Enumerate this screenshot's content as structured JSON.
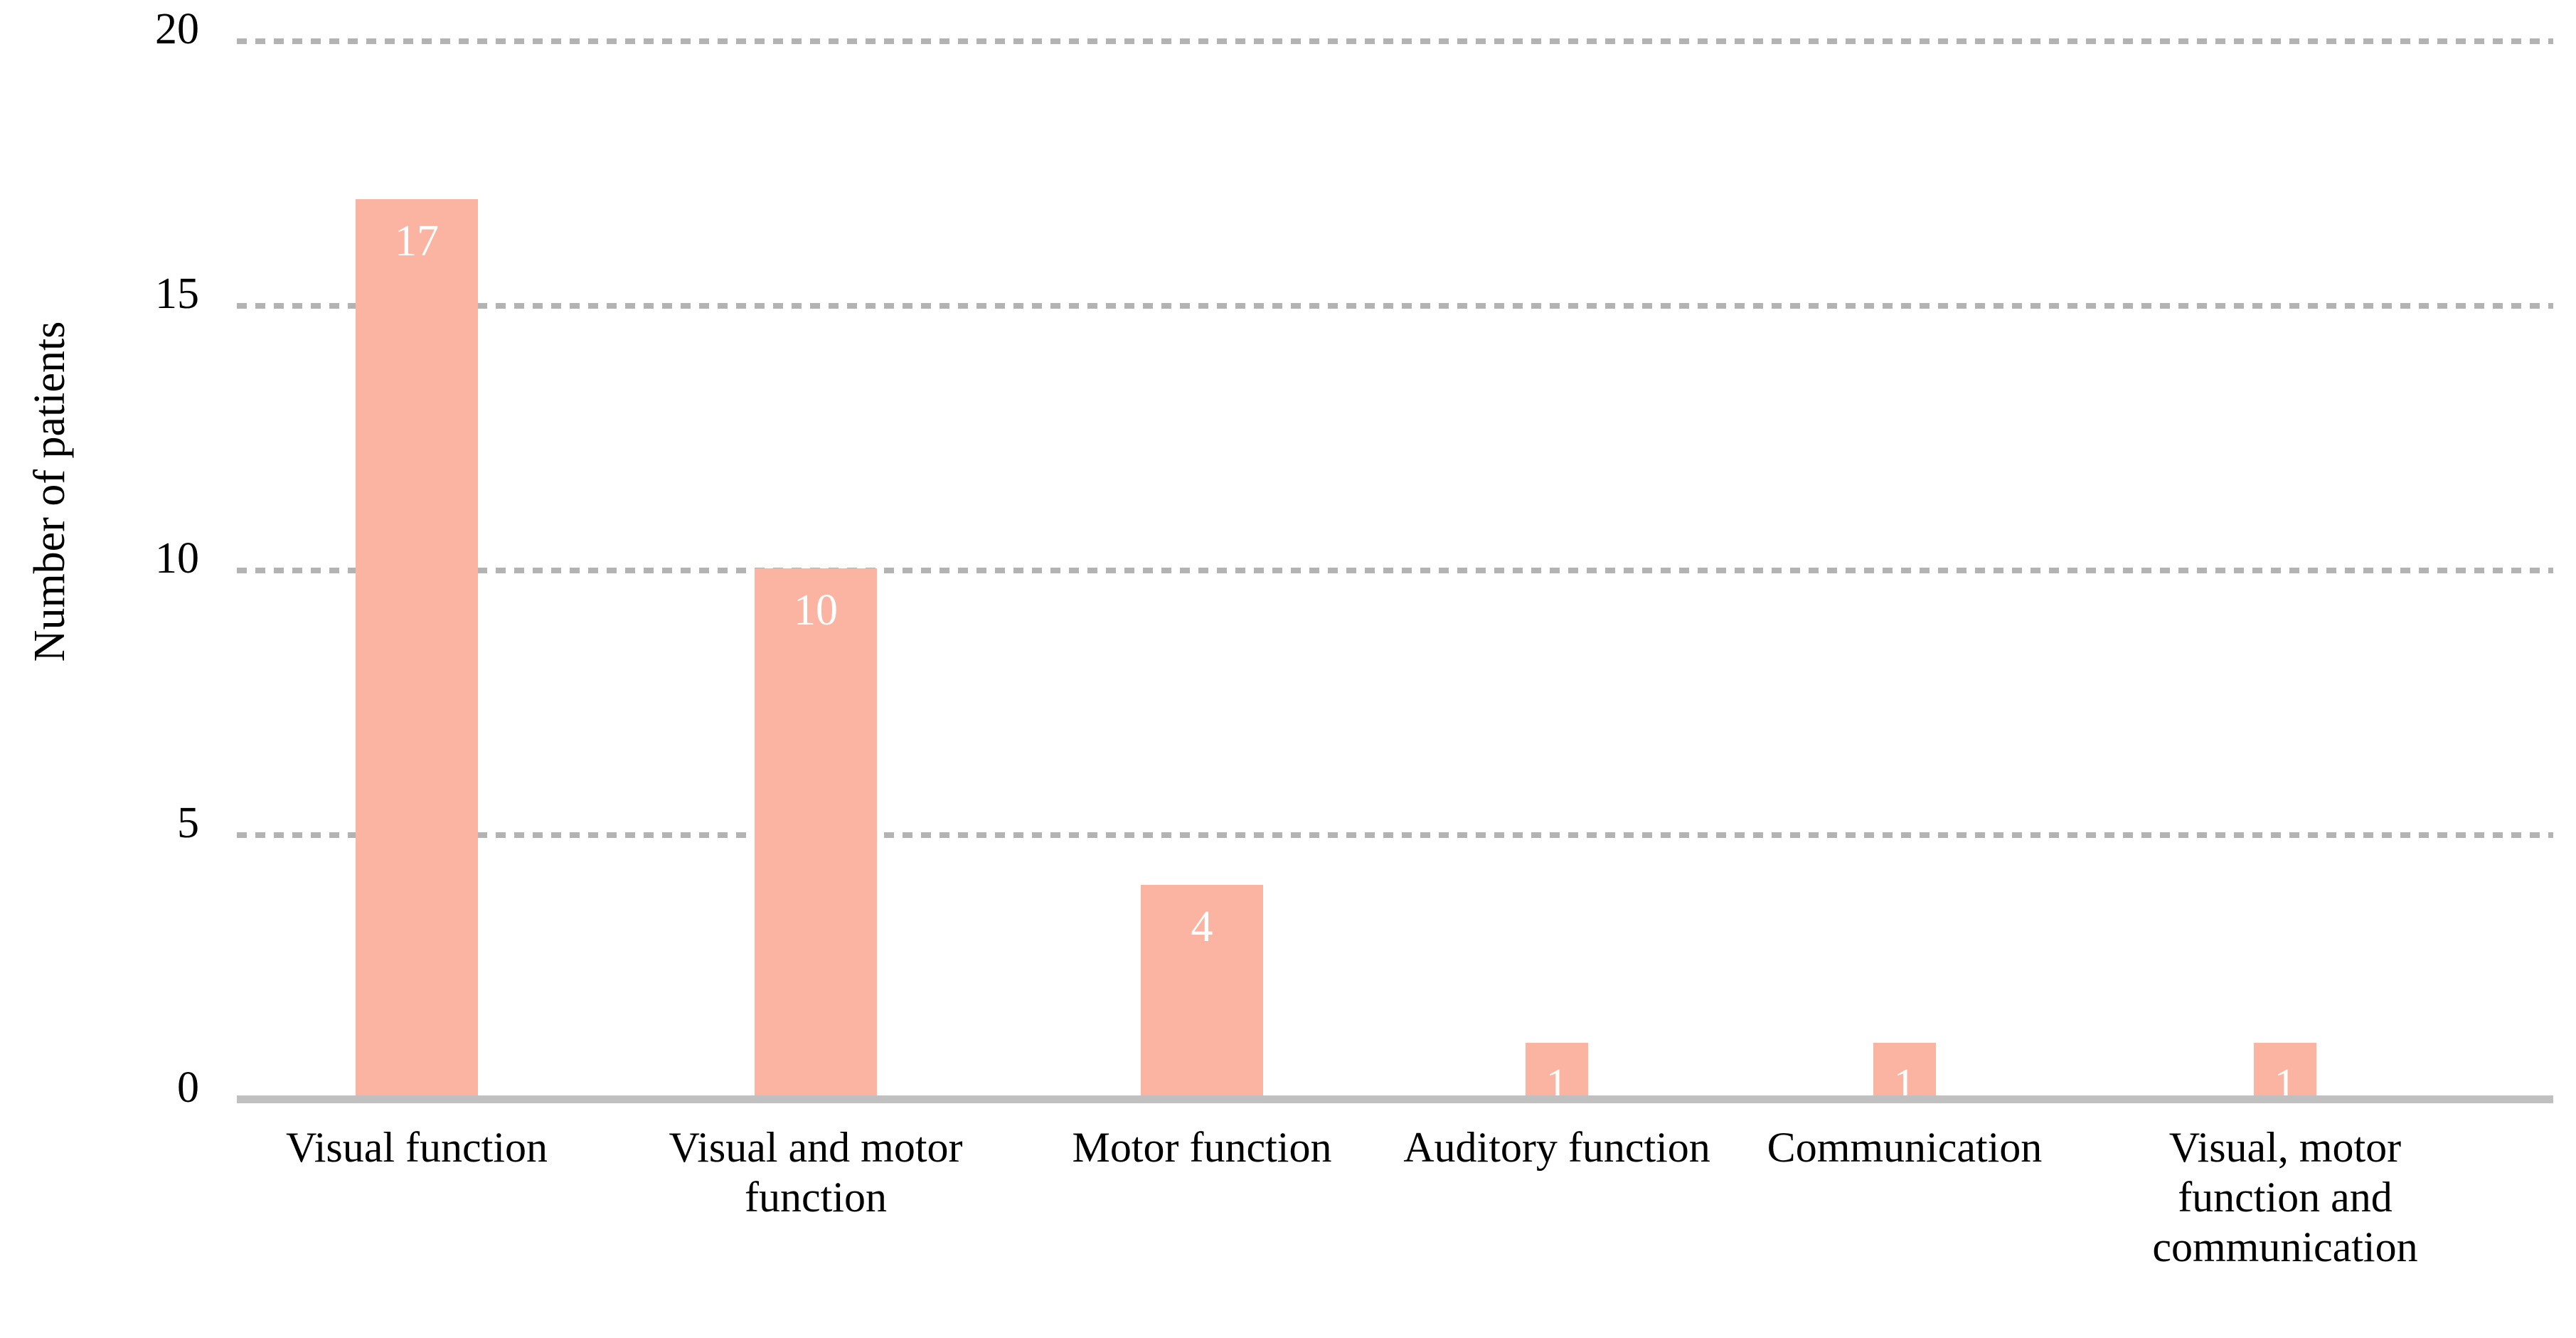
{
  "chart_data": {
    "type": "bar",
    "title": "",
    "xlabel": "",
    "ylabel": "Number of patients",
    "ylim": [
      0,
      20
    ],
    "yticks": [
      "0",
      "5",
      "10",
      "15",
      "20"
    ],
    "grid": true,
    "legend": "none",
    "bar_color": "#fcb4a2",
    "gridline_color": "#b3b3b3",
    "axis_line_color": "#c0c0c0",
    "value_label_color": "#ffffff",
    "categories": [
      "Visual function",
      "Visual and motor function",
      "Motor function",
      "Auditory function",
      "Communication",
      "Visual, motor function and communication"
    ],
    "category_lines": [
      [
        "Visual function"
      ],
      [
        "Visual and motor",
        "function"
      ],
      [
        "Motor function"
      ],
      [
        "Auditory function"
      ],
      [
        "Communication"
      ],
      [
        "Visual, motor",
        "function and",
        "communication"
      ]
    ],
    "values": [
      17,
      10,
      4,
      1,
      1,
      1
    ],
    "value_labels": [
      "17",
      "10",
      "4",
      "1",
      "1",
      "1"
    ]
  },
  "axis": {
    "y_title": "Number of patients",
    "tick_20": "20",
    "tick_15": "15",
    "tick_10": "10",
    "tick_5": "5",
    "tick_0": "0"
  }
}
